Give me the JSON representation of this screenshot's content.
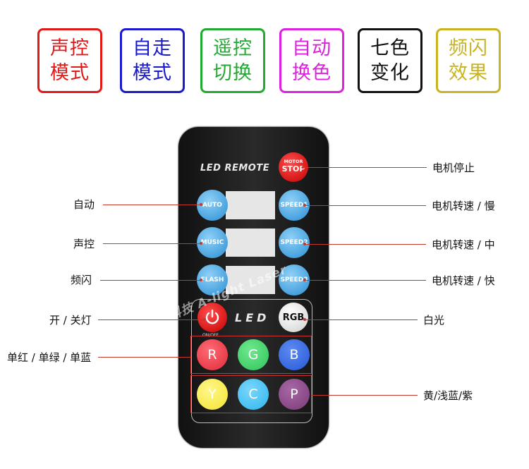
{
  "features": [
    {
      "line1": "声控",
      "line2": "模式",
      "color": "#e01919"
    },
    {
      "line1": "自走",
      "line2": "模式",
      "color": "#1a1acc"
    },
    {
      "line1": "遥控",
      "line2": "切换",
      "color": "#22aa33"
    },
    {
      "line1": "自动",
      "line2": "换色",
      "color": "#dd22dd"
    },
    {
      "line1": "七色",
      "line2": "变化",
      "color": "#111111"
    },
    {
      "line1": "频闪",
      "line2": "效果",
      "color": "#c8b422"
    }
  ],
  "remote": {
    "title": "LED REMOTE",
    "stop_small": "MOTOR",
    "stop_big": "STOP",
    "auto": "AUTO",
    "music": "MUSIC",
    "flash": "FLASH",
    "speed1": "SPEED1",
    "speed2": "SPEED2",
    "speed3": "SPEED3",
    "onoff": "ON/OFF",
    "led": "LED",
    "rgb": "RGB",
    "r": "R",
    "g": "G",
    "b": "B",
    "y": "Y",
    "c": "C",
    "p": "P"
  },
  "labels": {
    "auto": "自动",
    "music": "声控",
    "flash": "频闪",
    "power": "开 / 关灯",
    "rgb_single": "单红 / 单绿 / 单蓝",
    "motor_stop": "电机停止",
    "speed_slow": "电机转速 / 慢",
    "speed_mid": "电机转速 / 中",
    "speed_fast": "电机转速 / 快",
    "white": "白光",
    "ycp": "黄/浅蓝/紫"
  },
  "watermark": "亚莱光科技 A-light Laser",
  "colors": {
    "red": "#e02b3a",
    "green": "#2fc45a",
    "blue": "#2458d8",
    "yellow": "#f4e530",
    "cyan": "#2fb6ef",
    "purple": "#7a3a78"
  }
}
